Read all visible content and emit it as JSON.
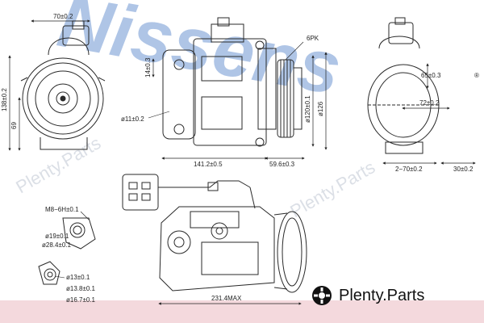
{
  "watermark": {
    "brand": "Nissens",
    "site": "Plenty.Parts",
    "registered": "®"
  },
  "dimensions": {
    "front_width": "70±0.2",
    "front_height": "138±0.2",
    "front_mid": "69",
    "pulley_grooves": "6PK",
    "bolt_offset": "14±0.3",
    "hole_dia": "ø11±0.2",
    "length_main": "141.2±0.5",
    "pulley_depth": "59.6±0.3",
    "pulley_dia_a": "ø120±0.1",
    "pulley_dia_b": "ø126",
    "side_upper": "65±0.3",
    "side_mid": "72±0.2",
    "side_bottom_left": "2−70±0.2",
    "side_bottom_right": "30±0.2",
    "thread": "M8−6H±0.1",
    "port_a_inner": "ø19±0.1",
    "port_a_outer": "ø28.4±0.1",
    "port_b_1": "ø13±0.1",
    "port_b_2": "ø13.8±0.1",
    "port_b_3": "ø16.7±0.1",
    "overall_length": "231.4MAX"
  },
  "logo": {
    "text": "Plenty.Parts",
    "icon": "gear-icon"
  },
  "colors": {
    "line": "#2a2a2a",
    "watermark_blue": "#1e5bb8",
    "band_pink": "#f4d9dd"
  }
}
